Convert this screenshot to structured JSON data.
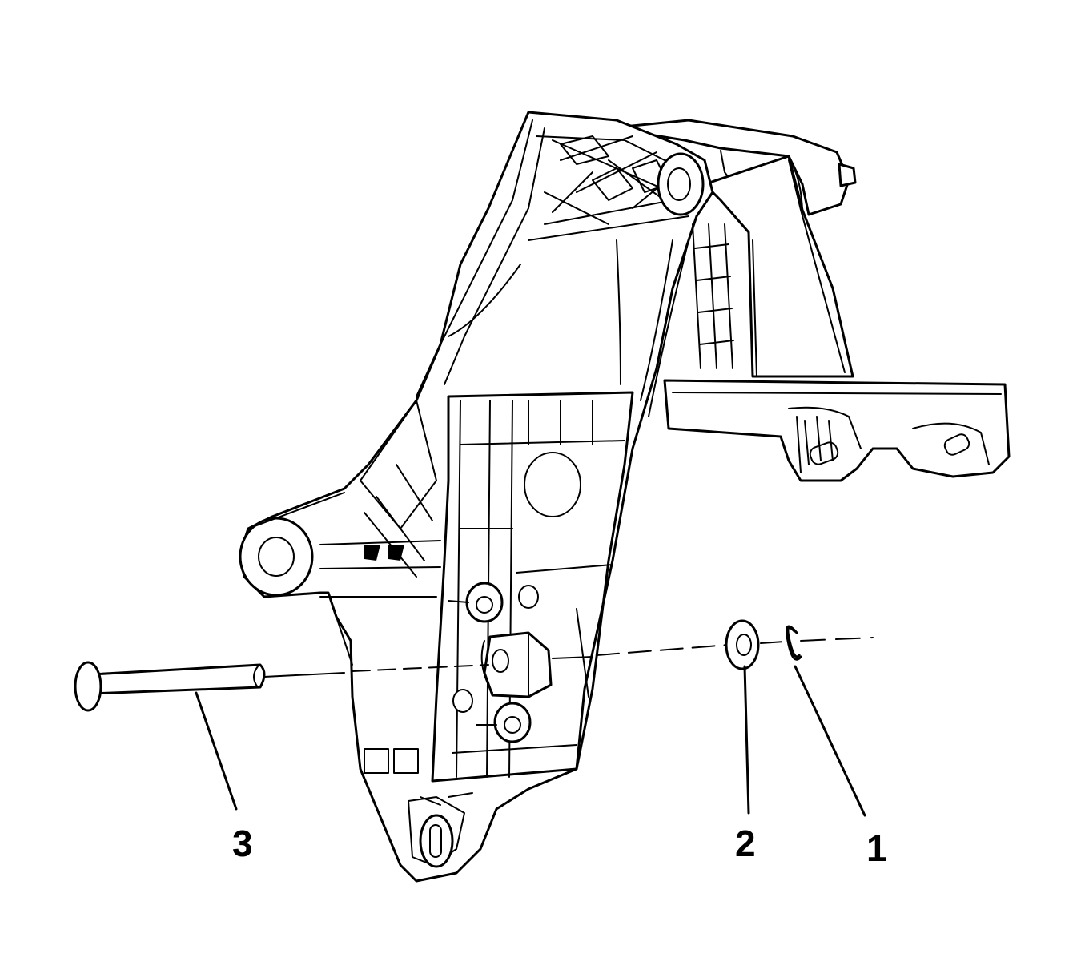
{
  "callouts": {
    "c1": "1",
    "c2": "2",
    "c3": "3"
  },
  "parts": [
    {
      "id": "1",
      "name": "retaining-clip-icon"
    },
    {
      "id": "2",
      "name": "washer-icon"
    },
    {
      "id": "3",
      "name": "pivot-pin-icon"
    }
  ]
}
